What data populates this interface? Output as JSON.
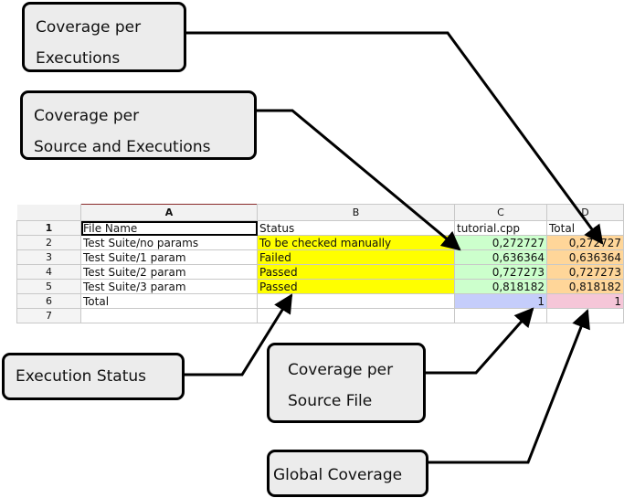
{
  "callouts": {
    "coverage_executions": [
      "Coverage per",
      "Executions"
    ],
    "coverage_source_executions": [
      "Coverage per",
      "Source and Executions"
    ],
    "execution_status": "Execution Status",
    "coverage_source_file": [
      "Coverage per",
      "Source File"
    ],
    "global_coverage": "Global Coverage"
  },
  "sheet": {
    "columns": [
      "A",
      "B",
      "C",
      "D"
    ],
    "row_numbers": [
      "1",
      "2",
      "3",
      "4",
      "5",
      "6",
      "7"
    ],
    "header": [
      "File Name",
      "Status",
      "tutorial.cpp",
      "Total"
    ],
    "rows": [
      [
        "Test Suite/no params",
        "To be checked manually",
        "0,272727",
        "0,272727"
      ],
      [
        "Test Suite/1 param",
        "Failed",
        "0,636364",
        "0,636364"
      ],
      [
        "Test Suite/2 param",
        "Passed",
        "0,727273",
        "0,727273"
      ],
      [
        "Test Suite/3 param",
        "Passed",
        "0,818182",
        "0,818182"
      ]
    ],
    "total_row": [
      "Total",
      "",
      "1",
      "1"
    ]
  },
  "colors": {
    "status_fill": "#ffff00",
    "coverage_fill": "#ccffcc",
    "total_fill": "#ffd699",
    "source_total_fill": "#c5cdfb",
    "global_fill": "#f5c6d8"
  }
}
